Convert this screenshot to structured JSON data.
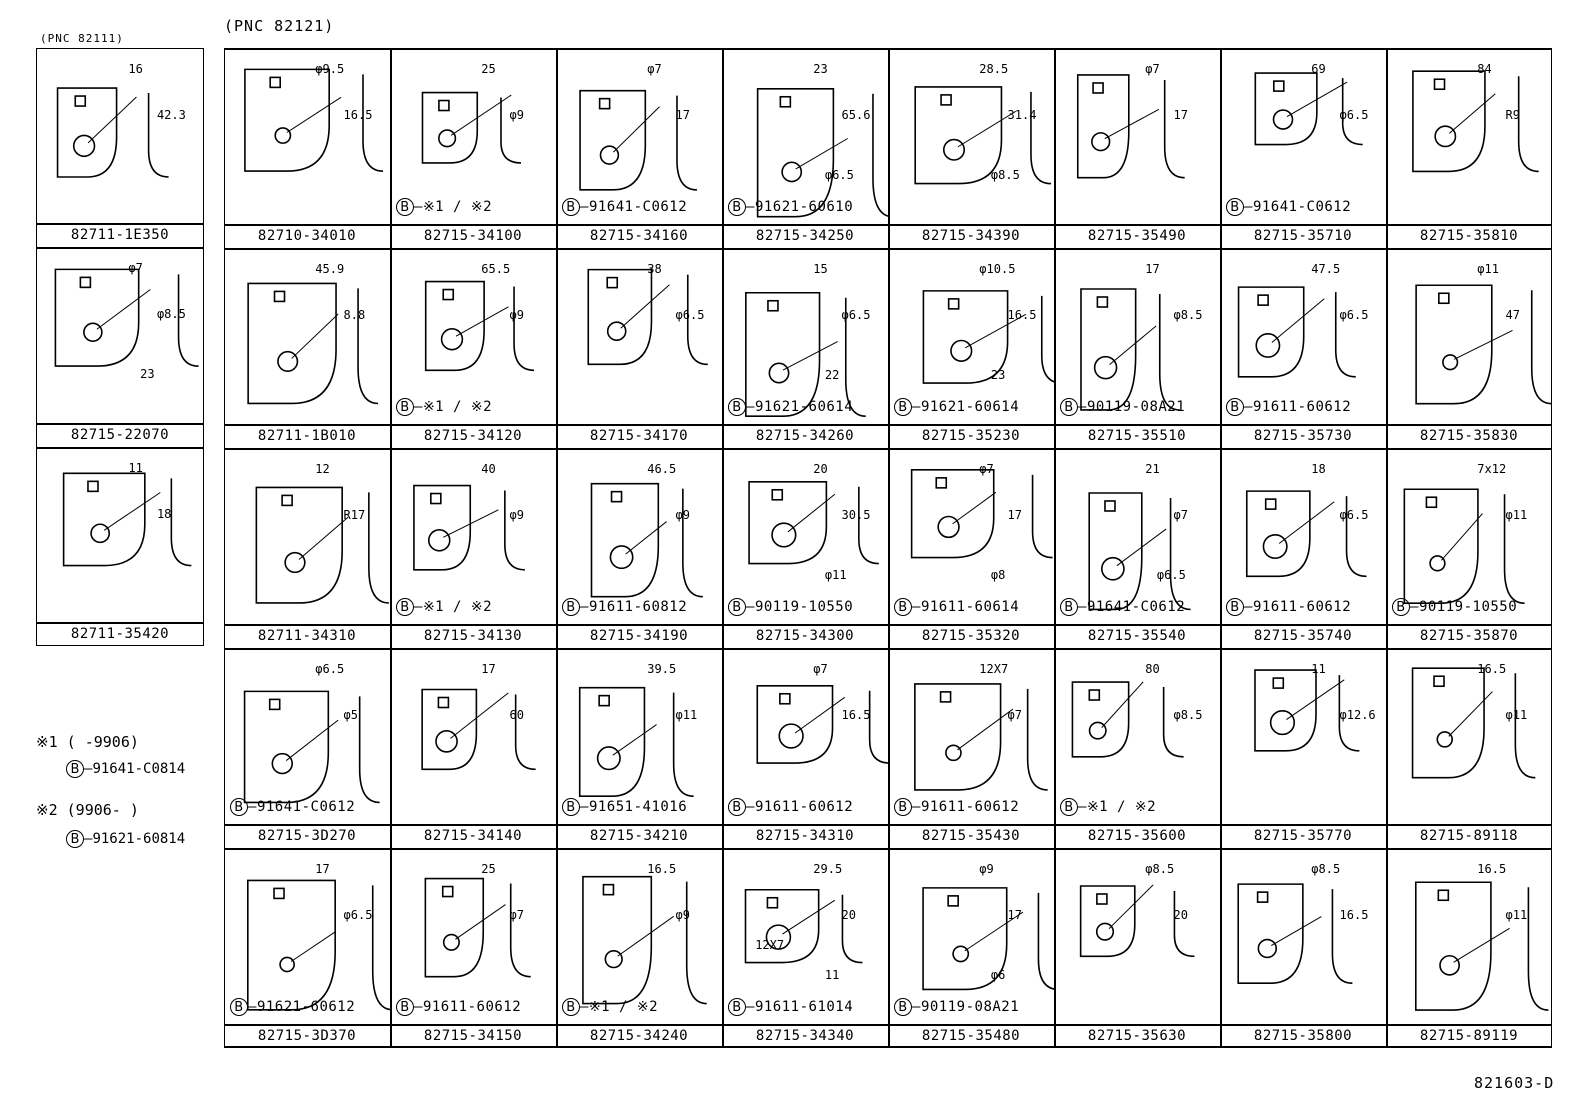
{
  "header": {
    "pnc_left": "(PNC 82111)",
    "pnc_right": "(PNC 82121)"
  },
  "left_column": [
    {
      "part": "82711-1E350",
      "dims": [
        "16",
        "42.3"
      ]
    },
    {
      "part": "82715-22070",
      "dims": [
        "φ7",
        "φ8.5",
        "23"
      ]
    },
    {
      "part": "82711-35420",
      "dims": [
        "11",
        "18"
      ]
    }
  ],
  "notes": {
    "n1_label": "※1 (      -9906)",
    "n1_part": "91641-C0814",
    "n2_label": "※2 (9906-      )",
    "n2_part": "91621-60814",
    "b_symbol": "B"
  },
  "grid_rows": [
    [
      {
        "part": "82710-34010",
        "dims": [
          "φ9.5",
          "16.5"
        ],
        "code": ""
      },
      {
        "part": "82715-34100",
        "dims": [
          "25",
          "φ9"
        ],
        "code": "※1 / ※2"
      },
      {
        "part": "82715-34160",
        "dims": [
          "φ7",
          "17"
        ],
        "code": "91641-C0612"
      },
      {
        "part": "82715-34250",
        "dims": [
          "23",
          "65.6",
          "φ6.5"
        ],
        "code": "91621-60610"
      },
      {
        "part": "82715-34390",
        "dims": [
          "28.5",
          "31.4",
          "φ8.5"
        ],
        "code": ""
      },
      {
        "part": "82715-35490",
        "dims": [
          "φ7",
          "17"
        ],
        "code": ""
      },
      {
        "part": "82715-35710",
        "dims": [
          "69",
          "φ6.5"
        ],
        "code": "91641-C0612"
      },
      {
        "part": "82715-35810",
        "dims": [
          "84",
          "R9"
        ],
        "code": ""
      }
    ],
    [
      {
        "part": "82711-1B010",
        "dims": [
          "45.9",
          "8.8"
        ],
        "code": ""
      },
      {
        "part": "82715-34120",
        "dims": [
          "65.5",
          "φ9"
        ],
        "code": "※1 / ※2"
      },
      {
        "part": "82715-34170",
        "dims": [
          "38",
          "φ6.5"
        ],
        "code": ""
      },
      {
        "part": "82715-34260",
        "dims": [
          "15",
          "φ6.5",
          "22"
        ],
        "code": "91621-60614"
      },
      {
        "part": "82715-35230",
        "dims": [
          "φ10.5",
          "16.5",
          "23"
        ],
        "code": "91621-60614"
      },
      {
        "part": "82715-35510",
        "dims": [
          "17",
          "φ8.5"
        ],
        "code": "90119-08A21"
      },
      {
        "part": "82715-35730",
        "dims": [
          "47.5",
          "φ6.5"
        ],
        "code": "91611-60612"
      },
      {
        "part": "82715-35830",
        "dims": [
          "φ11",
          "47"
        ],
        "code": ""
      }
    ],
    [
      {
        "part": "82711-34310",
        "dims": [
          "12",
          "R17"
        ],
        "code": ""
      },
      {
        "part": "82715-34130",
        "dims": [
          "40",
          "φ9"
        ],
        "code": "※1 / ※2"
      },
      {
        "part": "82715-34190",
        "dims": [
          "46.5",
          "φ9"
        ],
        "code": "91611-60812"
      },
      {
        "part": "82715-34300",
        "dims": [
          "20",
          "30.5",
          "φ11"
        ],
        "code": "90119-10550"
      },
      {
        "part": "82715-35320",
        "dims": [
          "φ7",
          "17",
          "φ8"
        ],
        "code": "91611-60614"
      },
      {
        "part": "82715-35540",
        "dims": [
          "21",
          "φ7",
          "φ6.5"
        ],
        "code": "91641-C0612"
      },
      {
        "part": "82715-35740",
        "dims": [
          "18",
          "φ6.5"
        ],
        "code": "91611-60612"
      },
      {
        "part": "82715-35870",
        "dims": [
          "7x12",
          "φ11"
        ],
        "code": "90119-10550"
      }
    ],
    [
      {
        "part": "82715-3D270",
        "dims": [
          "φ6.5",
          "φ5"
        ],
        "code": "91641-C0612"
      },
      {
        "part": "82715-34140",
        "dims": [
          "17",
          "60"
        ],
        "code": ""
      },
      {
        "part": "82715-34210",
        "dims": [
          "39.5",
          "φ11"
        ],
        "code": "91651-41016"
      },
      {
        "part": "82715-34310",
        "dims": [
          "φ7",
          "16.5"
        ],
        "code": "91611-60612"
      },
      {
        "part": "82715-35430",
        "dims": [
          "12X7",
          "φ7"
        ],
        "code": "91611-60612"
      },
      {
        "part": "82715-35600",
        "dims": [
          "80",
          "φ8.5"
        ],
        "code": "※1 / ※2"
      },
      {
        "part": "82715-35770",
        "dims": [
          "11",
          "φ12.6"
        ],
        "code": ""
      },
      {
        "part": "82715-89118",
        "dims": [
          "16.5",
          "φ11"
        ],
        "code": ""
      }
    ],
    [
      {
        "part": "82715-3D370",
        "dims": [
          "17",
          "φ6.5"
        ],
        "code": "91621-60612"
      },
      {
        "part": "82715-34150",
        "dims": [
          "25",
          "φ7"
        ],
        "code": "91611-60612"
      },
      {
        "part": "82715-34240",
        "dims": [
          "16.5",
          "φ9"
        ],
        "code": "※1 / ※2"
      },
      {
        "part": "82715-34340",
        "dims": [
          "29.5",
          "20",
          "11",
          "12X7"
        ],
        "code": "91611-61014"
      },
      {
        "part": "82715-35480",
        "dims": [
          "φ9",
          "17",
          "φ6"
        ],
        "code": "90119-08A21"
      },
      {
        "part": "82715-35630",
        "dims": [
          "φ8.5",
          "20"
        ],
        "code": ""
      },
      {
        "part": "82715-35800",
        "dims": [
          "φ8.5",
          "16.5"
        ],
        "code": ""
      },
      {
        "part": "82715-89119",
        "dims": [
          "16.5",
          "φ11"
        ],
        "code": ""
      }
    ]
  ],
  "footer": {
    "drawing_id": "821603-D"
  }
}
